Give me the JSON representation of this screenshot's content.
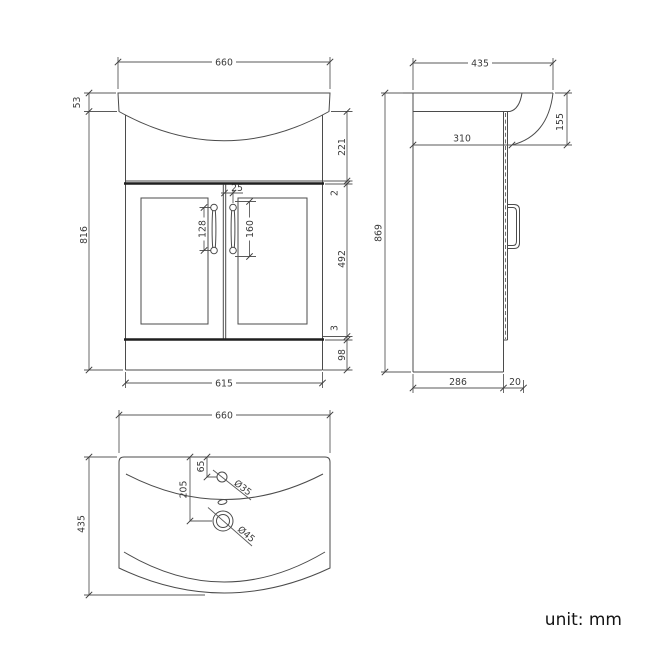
{
  "unit_label": "unit: mm",
  "front_view": {
    "width": "660",
    "basin_lip_height": "53",
    "total_height": "816",
    "basin_section_height": "221",
    "top_edge_gap": "2",
    "door_height": "492",
    "bottom_gap": "3",
    "plinth_height": "98",
    "cabinet_width": "615",
    "handle_center_offset": "25",
    "left_handle_spacing": "128",
    "right_handle_length": "160"
  },
  "side_view": {
    "depth": "435",
    "basin_front_height": "155",
    "basin_depth": "310",
    "total_height": "869",
    "cabinet_depth": "286",
    "door_thickness": "20"
  },
  "top_view": {
    "width": "660",
    "depth": "435",
    "tap_hole_offset": "65",
    "waste_hole_offset": "205",
    "tap_hole_diameter": "Ø35",
    "waste_hole_diameter": "Ø45"
  }
}
